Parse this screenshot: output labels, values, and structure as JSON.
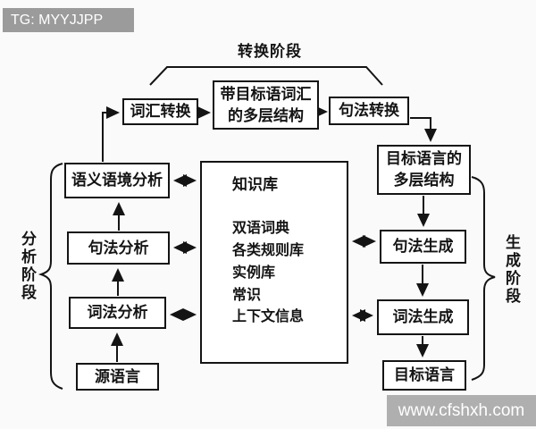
{
  "page": {
    "badge_text": "TG: MYYJJPP",
    "watermark_text": "www.cfshxh.com",
    "colors": {
      "page_bg": "#fafafa",
      "box_border": "#141414",
      "box_bg": "#ffffff",
      "badge_bg": "#9b9b9b",
      "watermark_bg": "#a8a8a8",
      "text": "#141414"
    }
  },
  "diagram": {
    "phases": {
      "transfer": "转换阶段",
      "analysis": "分析阶段",
      "generation": "生成阶段"
    },
    "nodes": {
      "lexical_transfer": "词汇转换",
      "target_lex_multilayer_line1": "带目标语词汇",
      "target_lex_multilayer_line2": "的多层结构",
      "syntactic_transfer": "句法转换",
      "target_multilayer_line1": "目标语言的",
      "target_multilayer_line2": "多层结构",
      "semantic_context_analysis": "语义语境分析",
      "syntactic_analysis": "句法分析",
      "lexical_analysis": "词法分析",
      "source_language": "源语言",
      "syntactic_generation": "句法生成",
      "lexical_generation": "词法生成",
      "target_language": "目标语言"
    },
    "knowledge_base": {
      "title": "知识库",
      "items": [
        "双语词典",
        "各类规则库",
        "实例库",
        "常识",
        "上下文信息"
      ]
    }
  }
}
